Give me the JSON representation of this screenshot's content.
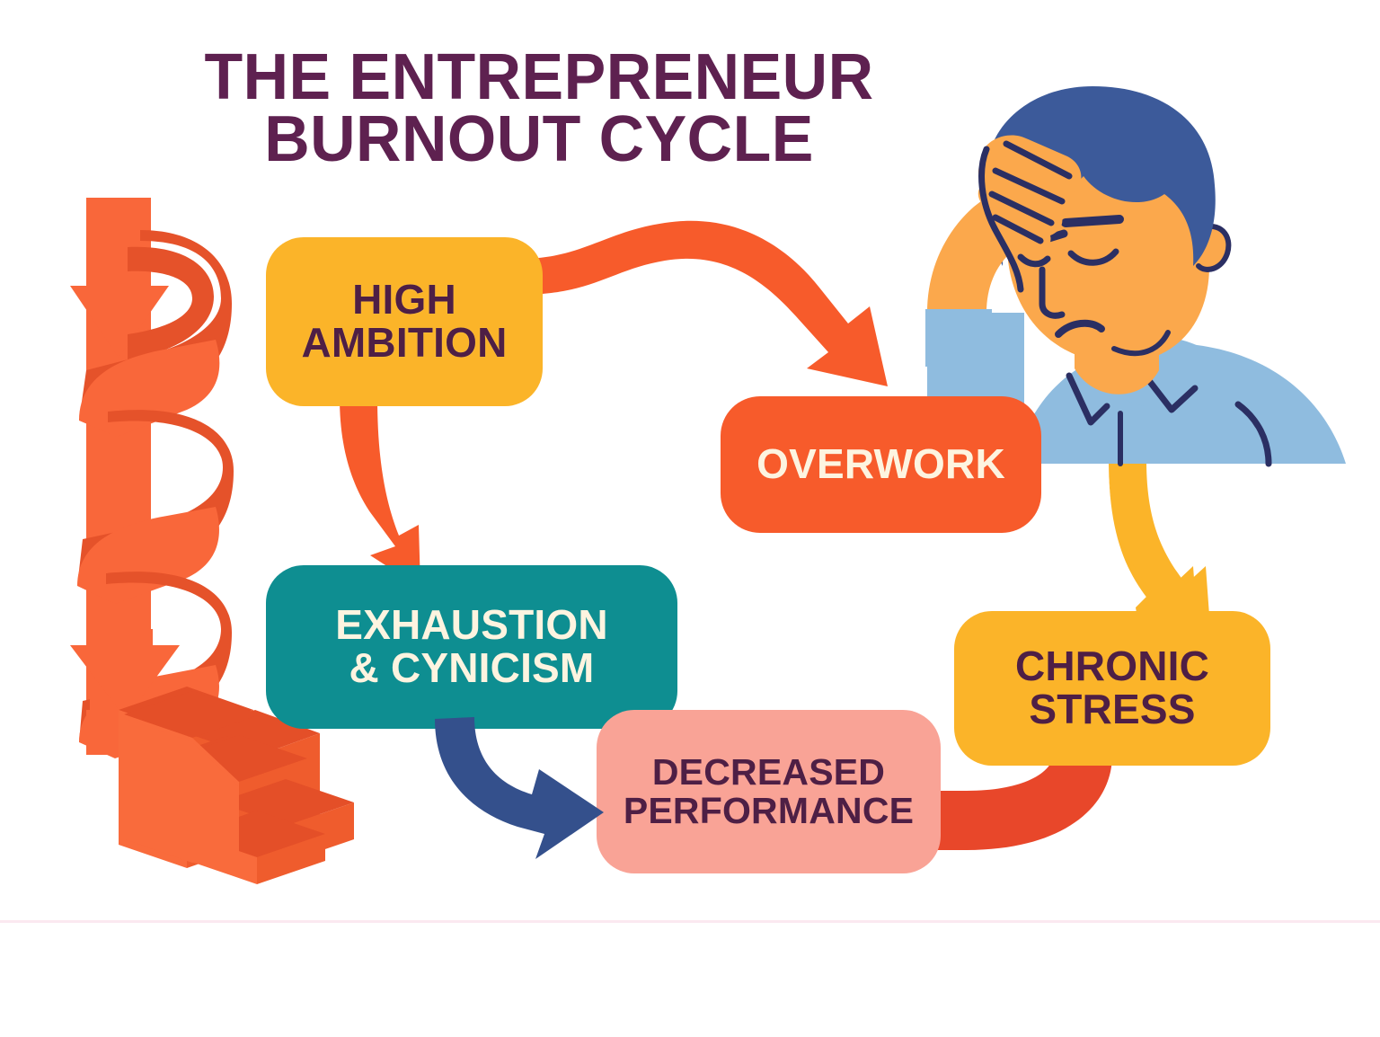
{
  "infographic": {
    "title": "THE ENTREPRENEUR\nBURNOUT CYCLE",
    "title_color": "#5E2150",
    "background_color": "#FFFFFF",
    "type": "cycle-diagram",
    "stage_count": 5
  },
  "nodes": [
    {
      "id": "high-ambition",
      "label": "HIGH\nAMBITION",
      "fill": "#FBB429",
      "text_color": "#4E1F45",
      "order": 1
    },
    {
      "id": "overwork",
      "label": "OVERWORK",
      "fill": "#F75B2B",
      "text_color": "#FDF4E0",
      "order": 2
    },
    {
      "id": "chronic-stress",
      "label": "CHRONIC\nSTRESS",
      "fill": "#FBB429",
      "text_color": "#4E1F45",
      "order": 3
    },
    {
      "id": "decreased-performance",
      "label": "DECREASED\nPERFORMANCE",
      "fill": "#F9A396",
      "text_color": "#4E1F45",
      "order": 4
    },
    {
      "id": "exhaustion-cynicism",
      "label": "EXHAUSTION\n& CYNICISM",
      "fill": "#0E8E91",
      "text_color": "#FDF4E0",
      "order": 5
    }
  ],
  "connectors": [
    {
      "id": "ambition-to-overwork",
      "from": "high-ambition",
      "to": "overwork",
      "color": "#F75B2B",
      "style": "s-curve-arrow"
    },
    {
      "id": "ambition-to-exhaustion",
      "from": "high-ambition",
      "to": "exhaustion-cynicism",
      "color": "#F75B2B",
      "style": "curved-down-arrow"
    },
    {
      "id": "overwork-to-stress",
      "from": "overwork",
      "to": "chronic-stress",
      "color": "#FBB429",
      "style": "curved-down-arrow"
    },
    {
      "id": "stress-to-performance",
      "from": "chronic-stress",
      "to": "decreased-performance",
      "color": "#E8472A",
      "style": "curved-band"
    },
    {
      "id": "exhaustion-to-performance",
      "from": "exhaustion-cynicism",
      "to": "decreased-performance",
      "color": "#34508C",
      "style": "curved-right-arrow"
    }
  ],
  "illustrations": [
    {
      "id": "spiral-arrow",
      "description": "downward spiral arrow",
      "colors": {
        "light": "#F9673A",
        "dark": "#E5522A"
      }
    },
    {
      "id": "descending-stairs",
      "description": "descending staircase",
      "colors": {
        "face": "#F96B3C",
        "tread": "#E44F28",
        "side": "#EF5C2D"
      }
    },
    {
      "id": "stressed-person",
      "description": "man holding forehead, exhausted",
      "colors": {
        "hair": "#3C5A9A",
        "skin": "#FBA84C",
        "shirt": "#8FBCDF",
        "outline": "#2B2F63"
      }
    }
  ],
  "decor": {
    "bottom_divider_color": "#FBE9F0"
  }
}
